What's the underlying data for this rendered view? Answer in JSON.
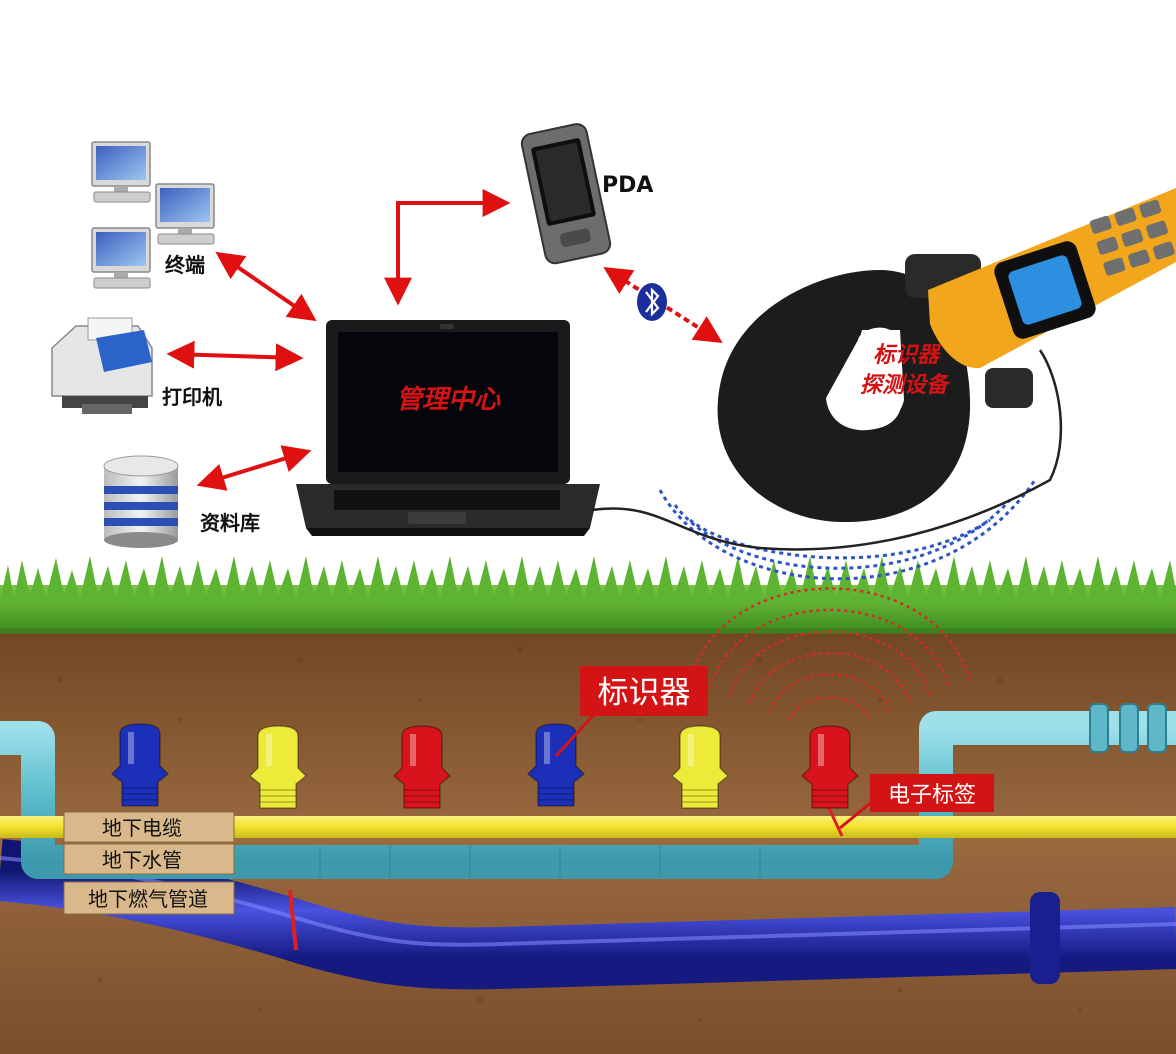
{
  "labels": {
    "pda": "PDA",
    "terminal": "终端",
    "printer": "打印机",
    "database": "资料库",
    "management_center": "管理中心",
    "detector_line1": "标识器",
    "detector_line2": "探测设备",
    "marker": "标识器",
    "electronic_tag": "电子标签",
    "cable": "地下电缆",
    "water_pipe": "地下水管",
    "gas_pipe": "地下燃气管道"
  },
  "colors": {
    "arrow": "#e01010",
    "callout_bg": "#d41414",
    "callout_text": "#ffffff",
    "pipe_label_bg": "#d9b98c",
    "cable": "#f3e53a",
    "water_pipe": "#63c1d0",
    "gas_pipe": "#1e23a8",
    "soil": "#8a5a34",
    "grass": "#4fa82a",
    "marker_blue": "#1b2fb8",
    "marker_yellow": "#eeea3a",
    "marker_red": "#d8131b",
    "wave_blue": "#2d55c8",
    "wave_red": "#d82a2a",
    "detector_handle": "#f2a61c"
  },
  "icons": [
    "desktop-computer-icon",
    "printer-icon",
    "database-icon",
    "laptop-icon",
    "pda-icon",
    "bluetooth-icon",
    "detector-icon"
  ],
  "markers": [
    "blue",
    "yellow",
    "red",
    "blue",
    "yellow",
    "red"
  ]
}
